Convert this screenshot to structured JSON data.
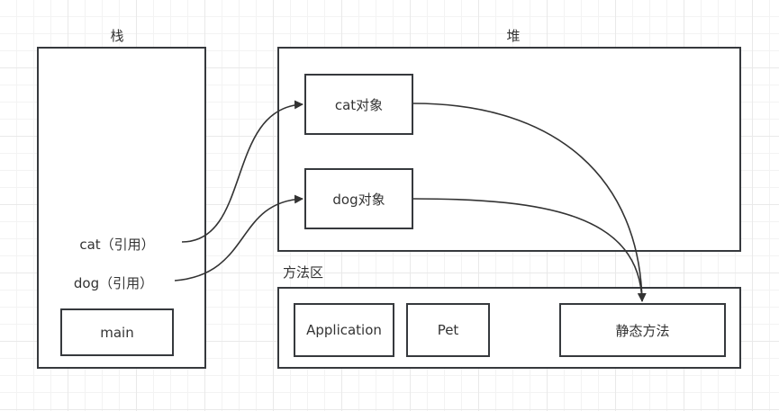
{
  "diagram": {
    "stack": {
      "title": "栈",
      "refs": [
        {
          "label": "cat（引用）"
        },
        {
          "label": "dog（引用）"
        }
      ],
      "frame": {
        "label": "main"
      }
    },
    "heap": {
      "title": "堆",
      "objects": [
        {
          "label": "cat对象"
        },
        {
          "label": "dog对象"
        }
      ]
    },
    "method_area": {
      "title": "方法区",
      "items": [
        {
          "label": "Application"
        },
        {
          "label": "Pet"
        },
        {
          "label": "静态方法"
        }
      ]
    },
    "edges": [
      {
        "from": "cat（引用）",
        "to": "cat对象"
      },
      {
        "from": "dog（引用）",
        "to": "dog对象"
      },
      {
        "from": "cat对象",
        "to": "静态方法"
      },
      {
        "from": "dog对象",
        "to": "静态方法"
      }
    ],
    "colors": {
      "stroke": "#36393d",
      "text": "#333333",
      "background": "#ffffff"
    }
  }
}
